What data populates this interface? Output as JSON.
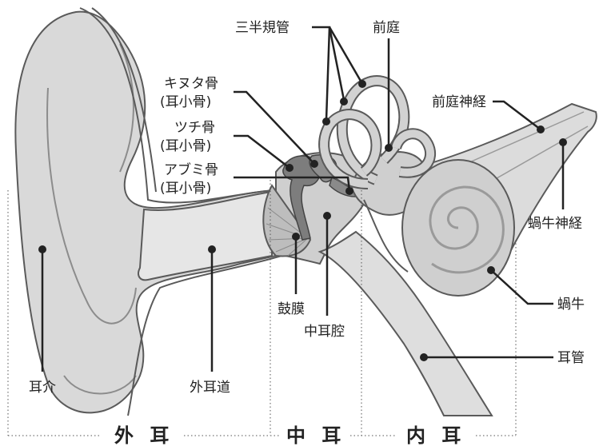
{
  "labels": {
    "semicircular_canals": "三半規管",
    "vestibule": "前庭",
    "incus": "キヌタ骨",
    "incus_sub": "(耳小骨)",
    "malleus": "ツチ骨",
    "malleus_sub": "(耳小骨)",
    "stapes": "アブミ骨",
    "stapes_sub": "(耳小骨)",
    "vestibular_nerve": "前庭神経",
    "cochlear_nerve": "蝸牛神経",
    "cochlea": "蝸牛",
    "eustachian_tube": "耳管",
    "eardrum": "鼓膜",
    "middle_ear_cavity": "中耳腔",
    "auricle": "耳介",
    "ear_canal": "外耳道"
  },
  "sections": {
    "outer": "外 耳",
    "middle": "中 耳",
    "inner": "内 耳"
  },
  "colors": {
    "ear_fill": "#d9d9d9",
    "ear_dark": "#a8a8a8",
    "ossicle": "#7d7d7d",
    "outline": "#5a5a5a",
    "leader": "#222222"
  }
}
